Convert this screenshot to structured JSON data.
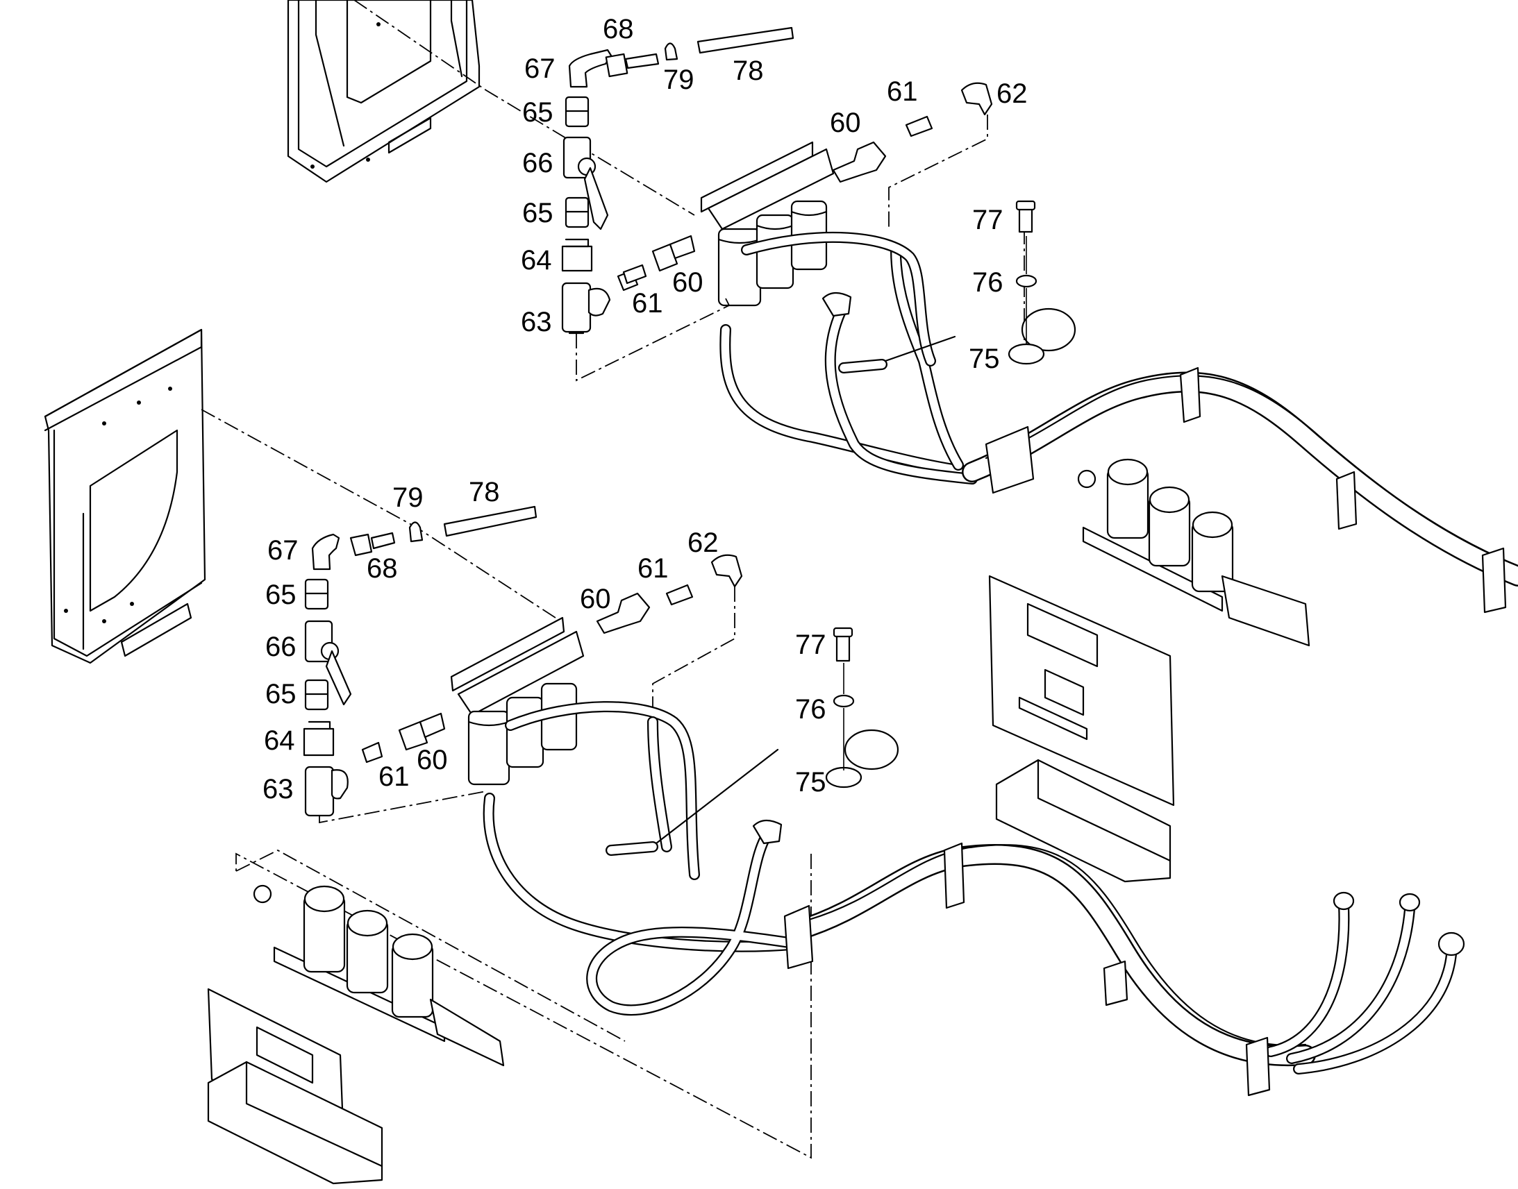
{
  "callouts": {
    "upper": {
      "c60a": "60",
      "c60b": "60",
      "c61a": "61",
      "c61b": "61",
      "c62": "62",
      "c63": "63",
      "c64": "64",
      "c65a": "65",
      "c65b": "65",
      "c66": "66",
      "c67": "67",
      "c68": "68",
      "c75": "75",
      "c76": "76",
      "c77": "77",
      "c78": "78",
      "c79": "79"
    },
    "lower": {
      "c60a": "60",
      "c60b": "60",
      "c61a": "61",
      "c61b": "61",
      "c62": "62",
      "c63": "63",
      "c64": "64",
      "c65a": "65",
      "c65b": "65",
      "c66": "66",
      "c67": "67",
      "c68": "68",
      "c75": "75",
      "c76": "76",
      "c77": "77",
      "c78": "78",
      "c79": "79"
    }
  }
}
